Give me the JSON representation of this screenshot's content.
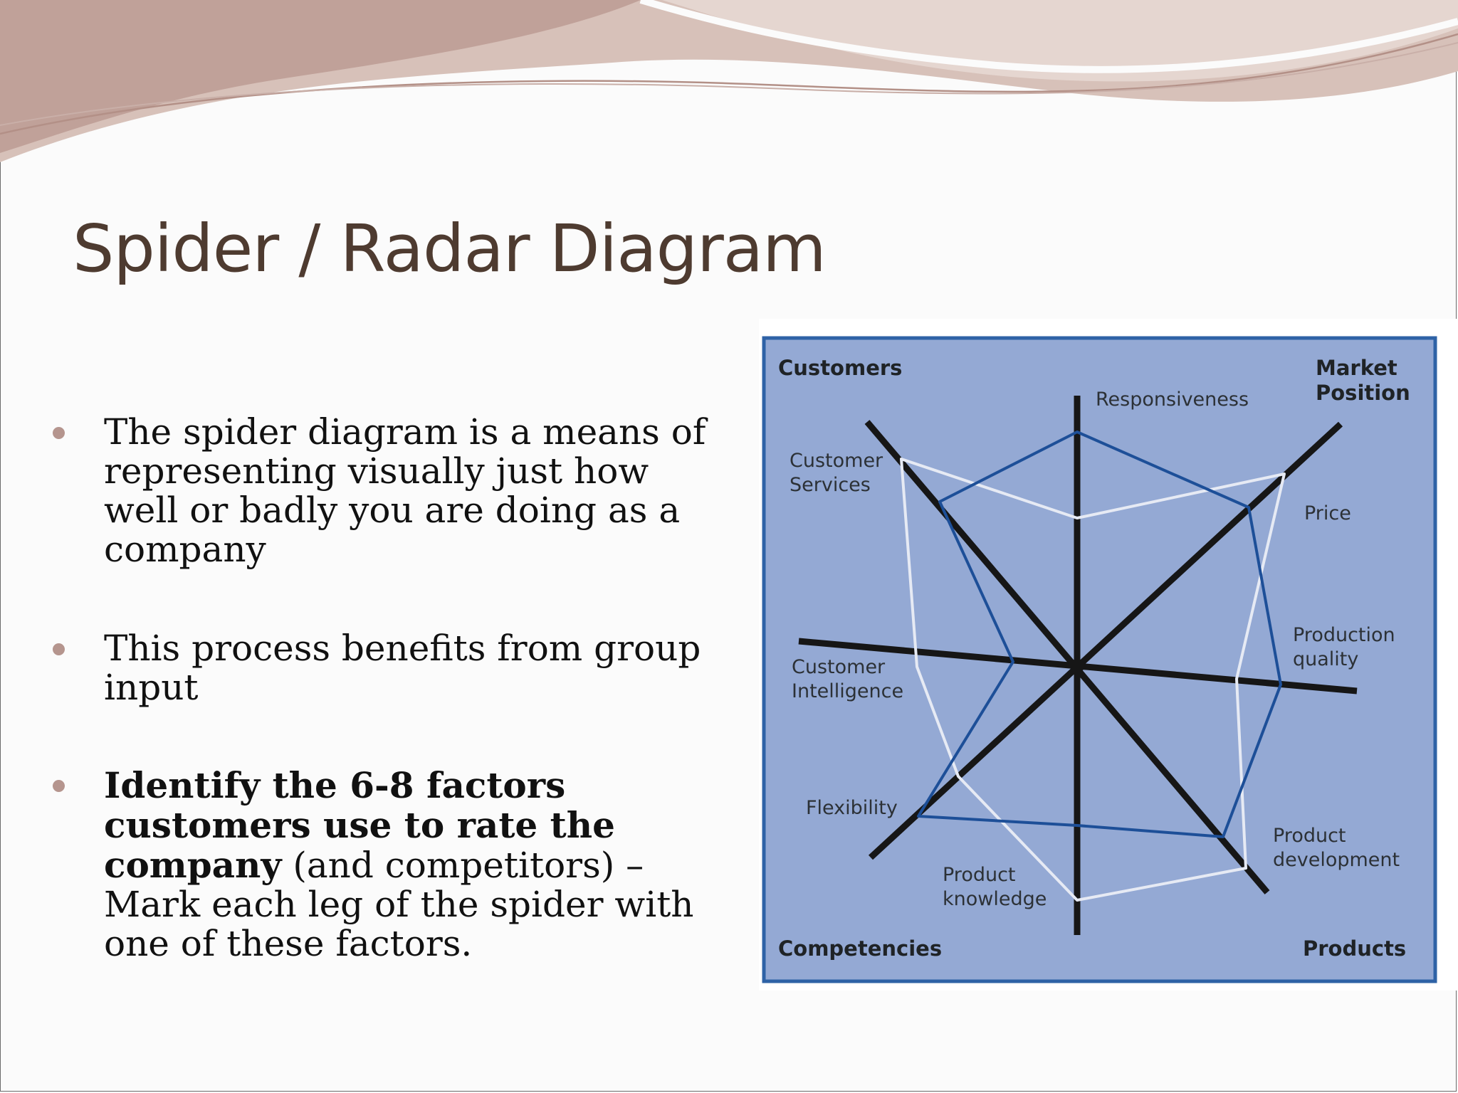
{
  "title": "Spider / Radar Diagram",
  "bullets": [
    {
      "text": "The spider diagram is a means of representing visually just how well or badly you are doing as a company"
    },
    {
      "text": "This process benefits from group input"
    },
    {
      "bold": "Identify the 6-8 factors customers use to rate the company",
      "text": " (and competitors) – Mark each leg of the spider with one of these factors."
    }
  ],
  "diagram": {
    "corners": {
      "top_left": "Customers",
      "top_right_1": "Market",
      "top_right_2": "Position",
      "bottom_left": "Competencies",
      "bottom_right": "Products"
    },
    "axes": [
      {
        "lines": [
          "Responsiveness"
        ]
      },
      {
        "lines": [
          "Price"
        ]
      },
      {
        "lines": [
          "Production",
          "quality"
        ]
      },
      {
        "lines": [
          "Product",
          "development"
        ]
      },
      {
        "lines": [
          "Product",
          "knowledge"
        ]
      },
      {
        "lines": [
          "Flexibility"
        ]
      },
      {
        "lines": [
          "Customer",
          "Intelligence"
        ]
      },
      {
        "lines": [
          "Customer",
          "Services"
        ]
      }
    ],
    "colors": {
      "panel": "#94a9d4",
      "border": "#2e62a6",
      "axis": "#161616",
      "series_blue": "#1d4f98",
      "series_white": "#e6eaf4"
    }
  }
}
